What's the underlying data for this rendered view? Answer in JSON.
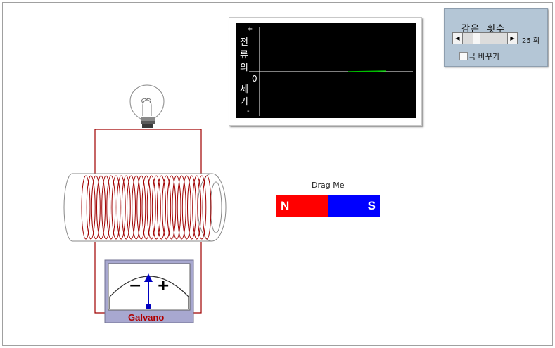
{
  "graph": {
    "title_chars": [
      "전",
      "류",
      "의",
      "세",
      "기"
    ],
    "plus": "+",
    "minus": "-",
    "zero": "0",
    "trace_color": "#00c000"
  },
  "controls": {
    "turns_label": "감은  횟수",
    "turns_value": "25 회",
    "slider_left_arrow": "◀",
    "slider_right_arrow": "▶",
    "reverse_label": "극 바꾸기",
    "reverse_checked": false
  },
  "magnet": {
    "drag_label": "Drag Me",
    "north": "N",
    "south": "S",
    "north_color": "#ff0000",
    "south_color": "#0000ff"
  },
  "galvanometer": {
    "label": "Galvano",
    "minus": "−",
    "plus": "+",
    "needle_reading": 0
  },
  "coil": {
    "wire_color": "#a00000"
  }
}
